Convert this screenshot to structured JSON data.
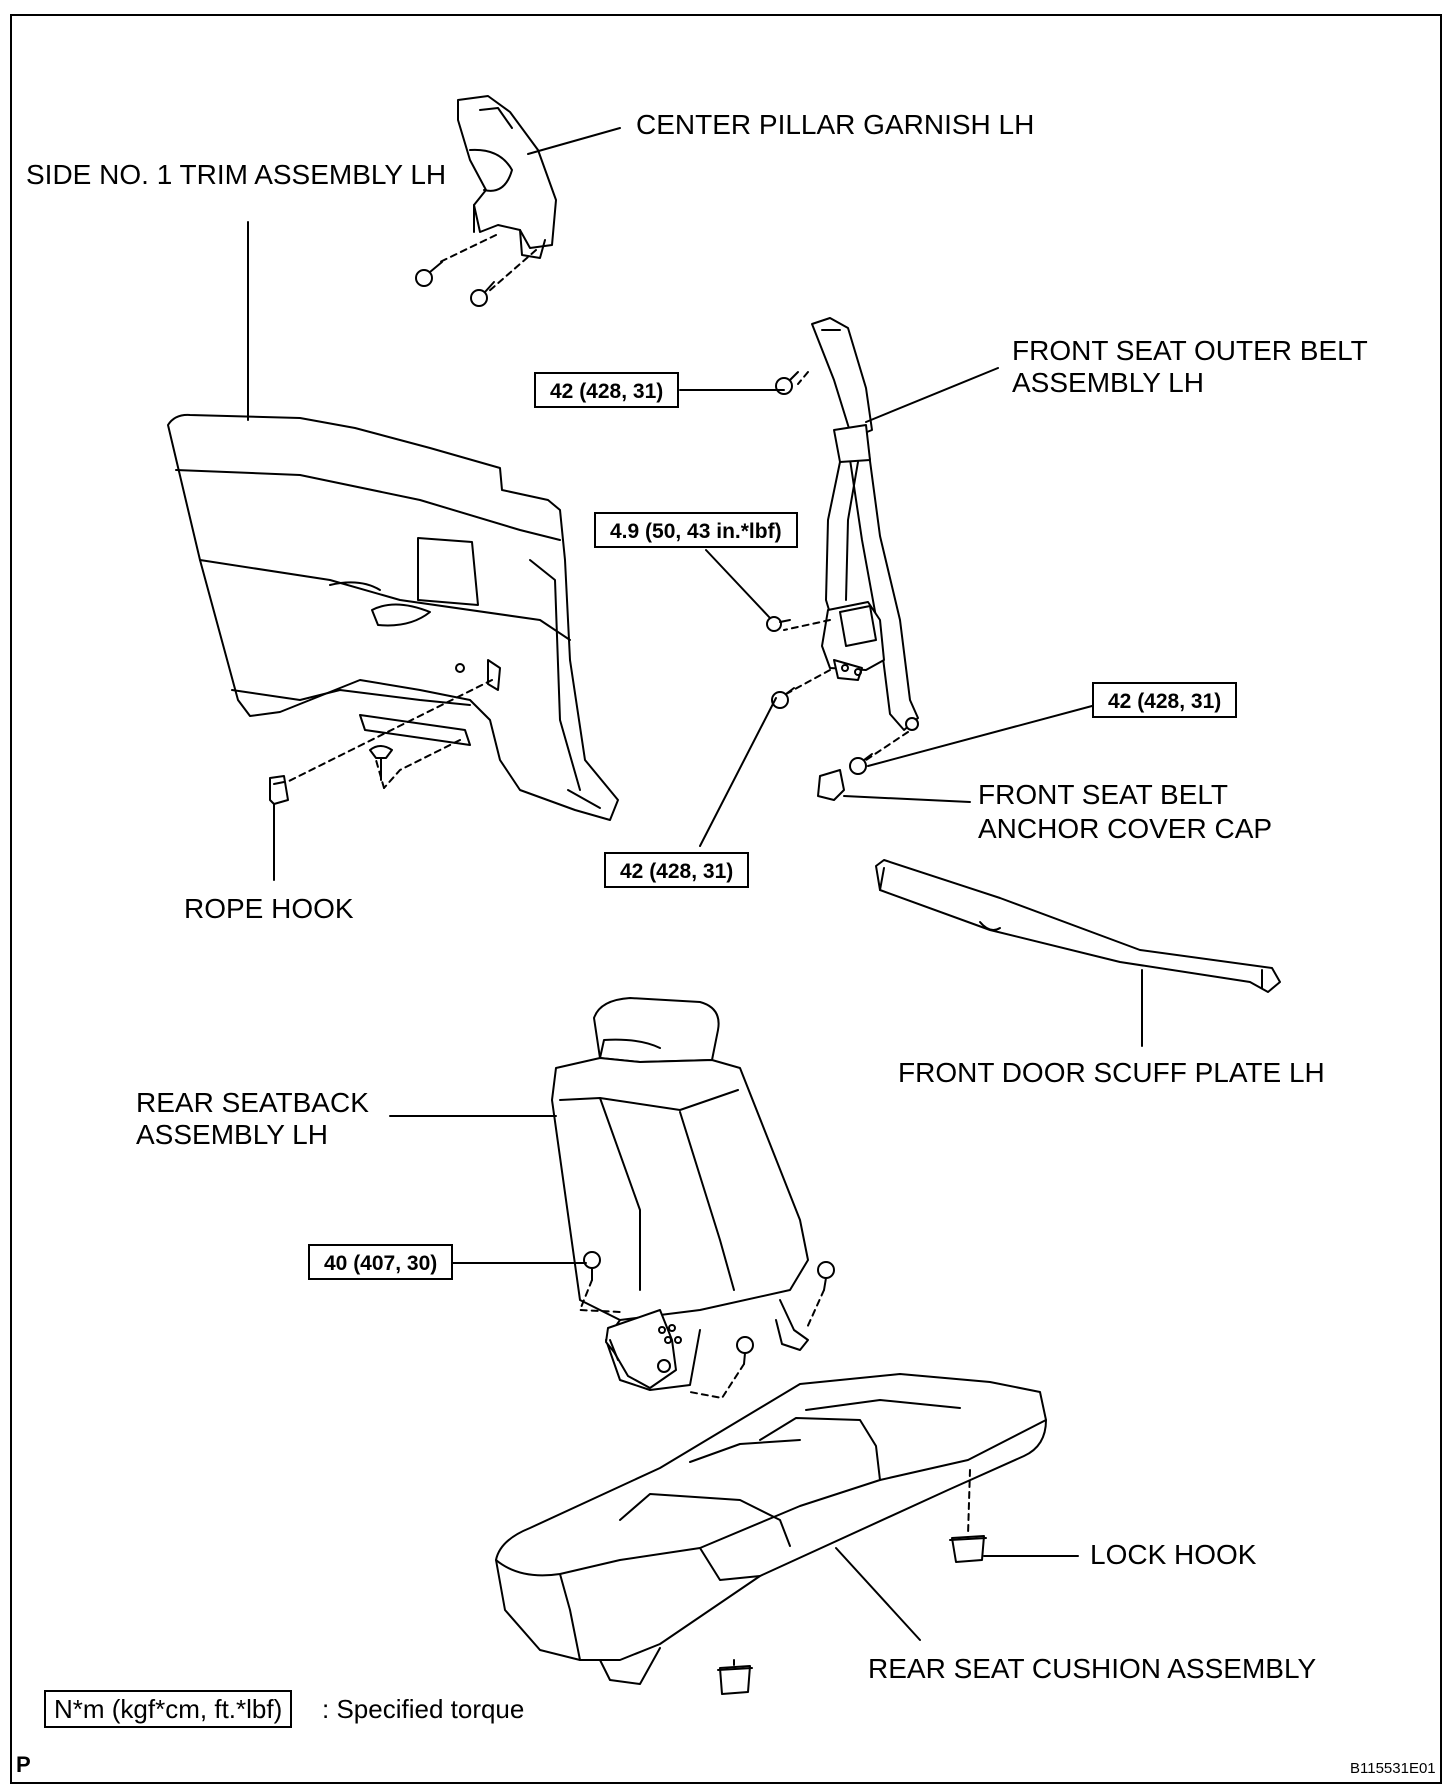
{
  "labels": {
    "center_pillar_garnish": "CENTER PILLAR GARNISH LH",
    "side_trim": "SIDE NO. 1 TRIM ASSEMBLY LH",
    "outer_belt_l1": "FRONT SEAT OUTER BELT",
    "outer_belt_l2": "ASSEMBLY LH",
    "rope_hook": "ROPE HOOK",
    "anchor_cap_l1": "FRONT SEAT BELT",
    "anchor_cap_l2": "ANCHOR COVER CAP",
    "scuff_plate": "FRONT DOOR SCUFF PLATE LH",
    "seatback_l1": "REAR SEATBACK",
    "seatback_l2": "ASSEMBLY LH",
    "lock_hook": "LOCK HOOK",
    "cushion": "REAR SEAT CUSHION ASSEMBLY"
  },
  "torques": {
    "belt_upper": "42 (428, 31)",
    "belt_retractor": "4.9 (50, 43 in.*lbf)",
    "belt_anchor": "42 (428, 31)",
    "belt_lower": "42 (428, 31)",
    "seatback": "40 (407, 30)"
  },
  "legend": {
    "unit": "N*m (kgf*cm, ft.*lbf)",
    "text": ": Specified torque"
  },
  "corner_mark": "P",
  "figure_code": "B115531E01"
}
